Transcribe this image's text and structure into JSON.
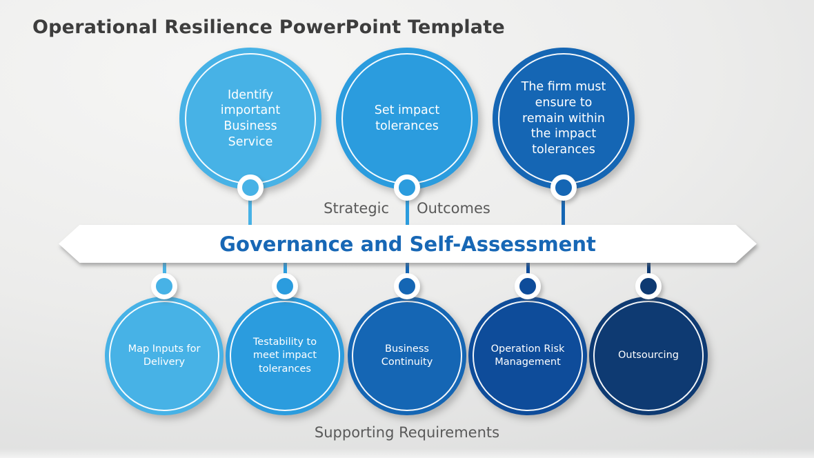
{
  "title": "Operational Resilience PowerPoint Template",
  "colors": {
    "title_text": "#3D3D3D",
    "section_label_text": "#595959",
    "banner_text": "#1767B5",
    "banner_fill": "#FFFFFF",
    "circle_text": "#FFFFFF"
  },
  "top": {
    "label_left": "Strategic",
    "label_right": "Outcomes",
    "circles": [
      {
        "text": "Identify important Business Service",
        "color": "#47B2E6"
      },
      {
        "text": "Set impact tolerances",
        "color": "#2B9CDE"
      },
      {
        "text": "The firm must ensure to remain within the impact tolerances",
        "color": "#1566B4"
      }
    ]
  },
  "banner": {
    "text": "Governance and Self-Assessment"
  },
  "bottom": {
    "label": "Supporting Requirements",
    "circles": [
      {
        "text": "Map Inputs for Delivery",
        "color": "#47B2E6"
      },
      {
        "text": "Testability to meet impact tolerances",
        "color": "#2B9CDE"
      },
      {
        "text": "Business Continuity",
        "color": "#1566B4"
      },
      {
        "text": "Operation Risk Management",
        "color": "#0E4C9A"
      },
      {
        "text": "Outsourcing",
        "color": "#0E3A72"
      }
    ]
  }
}
